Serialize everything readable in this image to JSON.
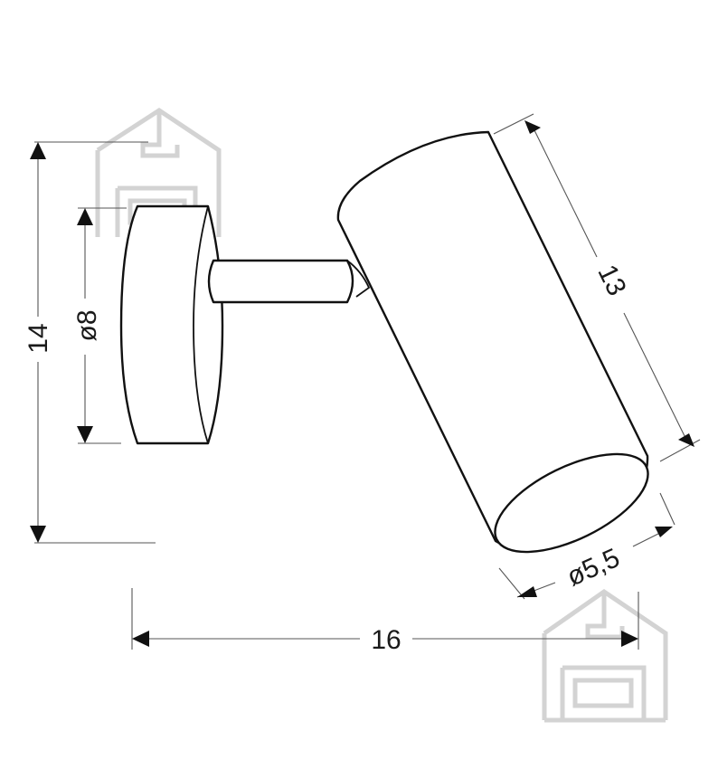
{
  "dimensions": {
    "height": "14",
    "plate_diameter": "ø8",
    "shade_length": "13",
    "shade_diameter": "ø5,5",
    "total_width": "16"
  },
  "watermark": {
    "icon": "house-sofa-logo-icon",
    "color": "#cfcfcf"
  },
  "colors": {
    "line": "#111111",
    "dimension_line": "#555555"
  }
}
